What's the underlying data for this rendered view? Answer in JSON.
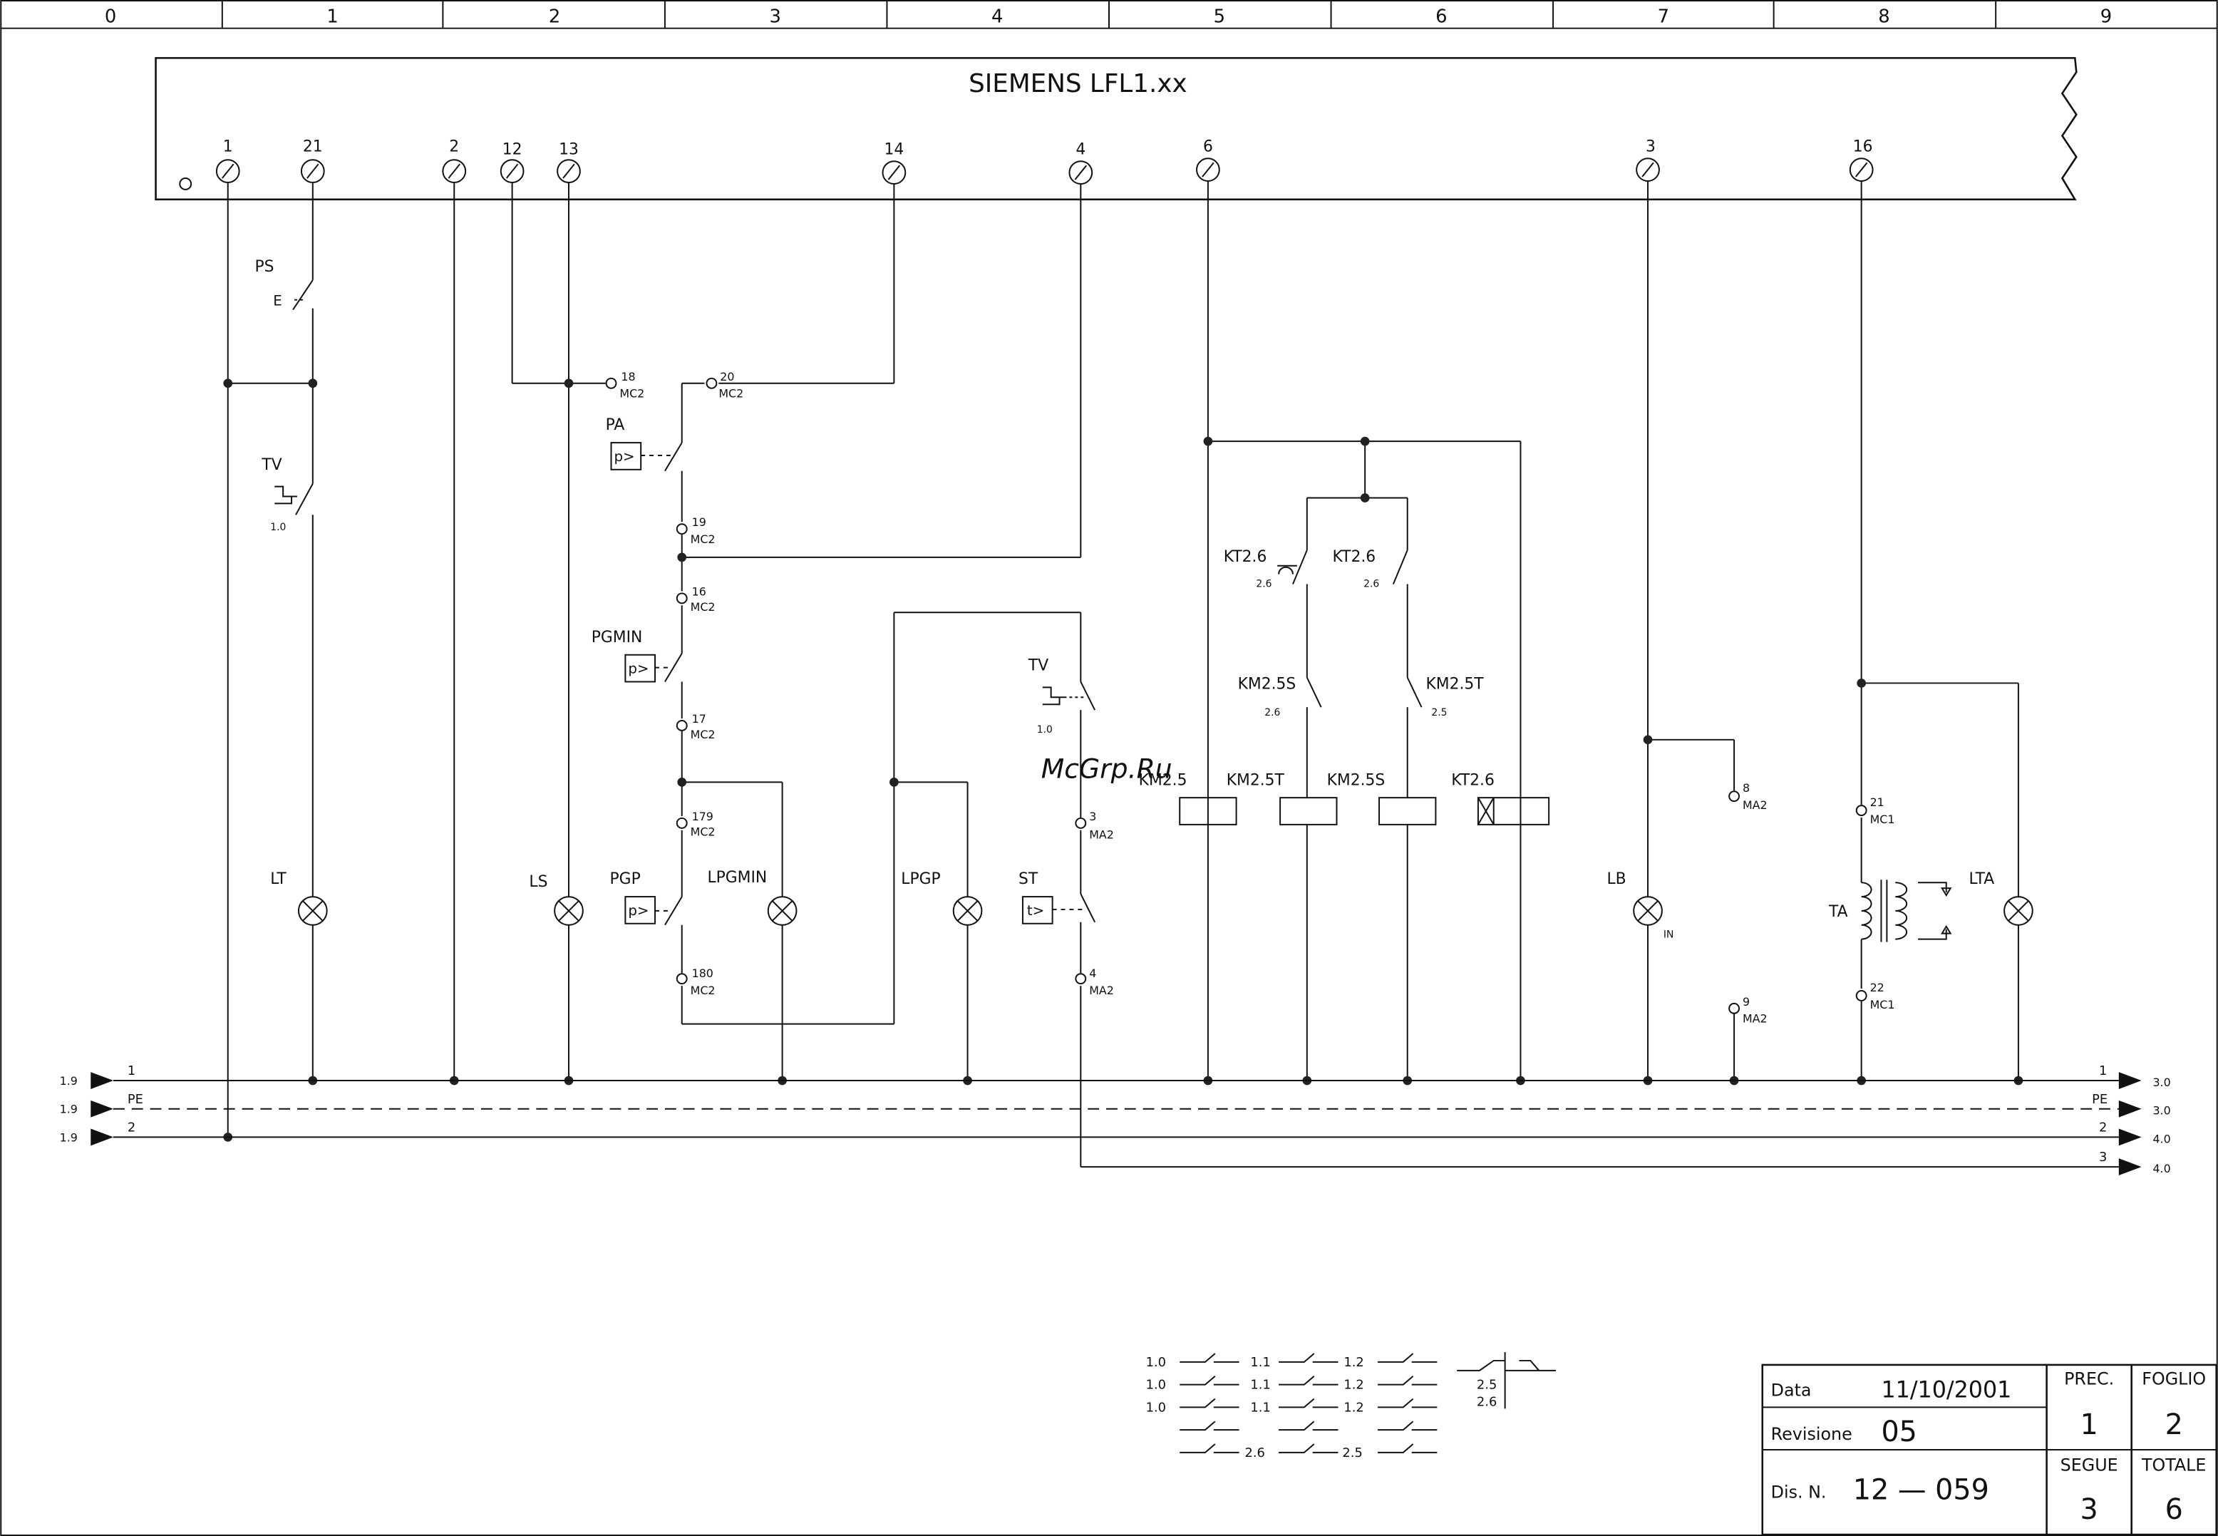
{
  "columns": [
    "0",
    "1",
    "2",
    "3",
    "4",
    "5",
    "6",
    "7",
    "8",
    "9"
  ],
  "device": {
    "title": "SIEMENS LFL1.xx",
    "terminals": [
      "1",
      "21",
      "2",
      "12",
      "13",
      "14",
      "4",
      "6",
      "3",
      "16"
    ]
  },
  "labels": {
    "ps": "PS",
    "ps_sym": "E",
    "tv": "TV",
    "tv_ref": "1.0",
    "pa": "PA",
    "pgmin": "PGMIN",
    "pgp": "PGP",
    "lpgmin": "LPGMIN",
    "lpgp": "LPGP",
    "lt": "LT",
    "ls": "LS",
    "st": "ST",
    "tv2": "TV",
    "tv2_ref": "1.0",
    "p_sym": "p>",
    "t_sym": "t>",
    "kt26a": "KT2.6",
    "kt26a_ref": "2.6",
    "kt26b": "KT2.6",
    "kt26b_ref": "2.6",
    "km25s_c": "KM2.5S",
    "km25s_c_ref": "2.6",
    "km25t_c": "KM2.5T",
    "km25t_c_ref": "2.5",
    "coil1": "KM2.5",
    "coil2": "KM2.5T",
    "coil3": "KM2.5S",
    "coil4": "KT2.6",
    "lb": "LB",
    "lb_in": "IN",
    "ta": "TA",
    "lta": "LTA",
    "watermark": "McGrp.Ru"
  },
  "nodes": {
    "n18": "18",
    "n20": "20",
    "n19": "19",
    "n16": "16",
    "n17": "17",
    "n179": "179",
    "n180": "180",
    "mc2": "MC2",
    "n3": "3",
    "n4": "4",
    "ma2": "MA2",
    "n8": "8",
    "n9": "9",
    "n21": "21",
    "n22": "22",
    "mc1": "MC1"
  },
  "busbars": {
    "left_ref": "1.9",
    "names": [
      "1",
      "PE",
      "2",
      "3"
    ],
    "right_refs": [
      "3.0",
      "3.0",
      "4.0",
      "4.0"
    ]
  },
  "legend": {
    "r1": "1.0",
    "r2": "1.1",
    "r3": "1.2",
    "r4": "2.6",
    "r5": "2.5"
  },
  "title_block": {
    "data_label": "Data",
    "data_value": "11/10/2001",
    "rev_label": "Revisione",
    "rev_value": "05",
    "dis_label": "Dis. N.",
    "dis_value": "12 — 059",
    "prec_label": "PREC.",
    "prec_value": "1",
    "foglio_label": "FOGLIO",
    "foglio_value": "2",
    "segue_label": "SEGUE",
    "segue_value": "3",
    "totale_label": "TOTALE",
    "totale_value": "6"
  },
  "colors": {
    "line": "#111111",
    "watermark": "#c81818",
    "paper": "#ffffff"
  }
}
